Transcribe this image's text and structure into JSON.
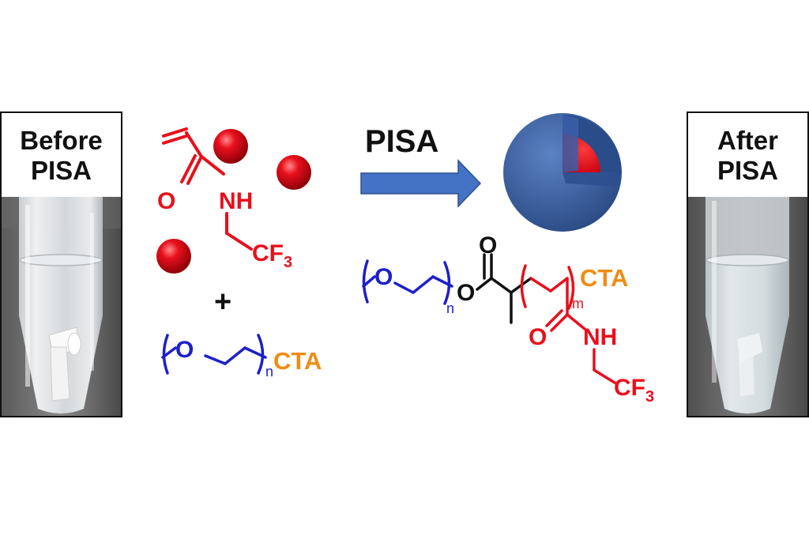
{
  "before_panel": {
    "line1": "Before",
    "line2": "PISA"
  },
  "after_panel": {
    "line1": "After",
    "line2": "PISA"
  },
  "arrow_label": "PISA",
  "monomer": {
    "carbonyl_o": "O",
    "nh": "NH",
    "cf3_main": "CF",
    "cf3_sub": "3"
  },
  "plus": "+",
  "macro_cta": {
    "oxygen": "O",
    "n": "n",
    "cta": "CTA"
  },
  "block_copolymer": {
    "peg_o": "O",
    "n": "n",
    "ester_o": "O",
    "carbonyl_o": "O",
    "m": "m",
    "cta": "CTA",
    "amide_o": "O",
    "nh": "NH",
    "cf3_main": "CF",
    "cf3_sub": "3"
  },
  "colors": {
    "monomer": "#e8101c",
    "peg": "#1d20c8",
    "cta": "#f08c14",
    "backbone": "#111111",
    "shell": "#3a5fa8",
    "core": "#e8101c",
    "arrow": "#4472c4"
  }
}
